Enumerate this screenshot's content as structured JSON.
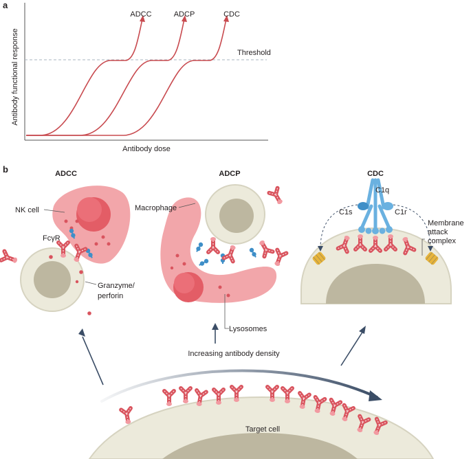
{
  "panel_a": {
    "letter": "a",
    "y_axis_label": "Antibody functional response",
    "x_axis_label": "Antibody dose",
    "threshold_label": "Threshold",
    "curve_labels": [
      "ADCC",
      "ADCP",
      "CDC"
    ],
    "colors": {
      "curve": "#c84a4f",
      "threshold": "#a9b4bf",
      "axis": "#555555"
    }
  },
  "panel_b": {
    "letter": "b",
    "adcc": {
      "title": "ADCC",
      "nk_cell": "NK cell",
      "receptor": "FcγR",
      "granzyme": "Granzyme/",
      "perforin": "perforin"
    },
    "adcp": {
      "title": "ADCP",
      "macrophage": "Macrophage",
      "lysosomes": "Lysosomes"
    },
    "cdc": {
      "title": "CDC",
      "c1q": "C1q",
      "c1s": "C1s",
      "c1r": "C1r",
      "mac_line1": "Membrane",
      "mac_line2": "attack",
      "mac_line3": "complex"
    },
    "density_label": "Increasing antibody density",
    "target_cell": "Target cell",
    "colors": {
      "cell_fill": "#eceadb",
      "nucleus": "#bdb7a0",
      "pink_cell": "#f2a6aa",
      "pink_nucleus": "#e35d66",
      "antibody": "#d9545e",
      "fc_receptor": "#3f8fc8",
      "complement": "#6ab1e0",
      "mac": "#e8b43a",
      "arrow": "#3b4d66"
    }
  }
}
